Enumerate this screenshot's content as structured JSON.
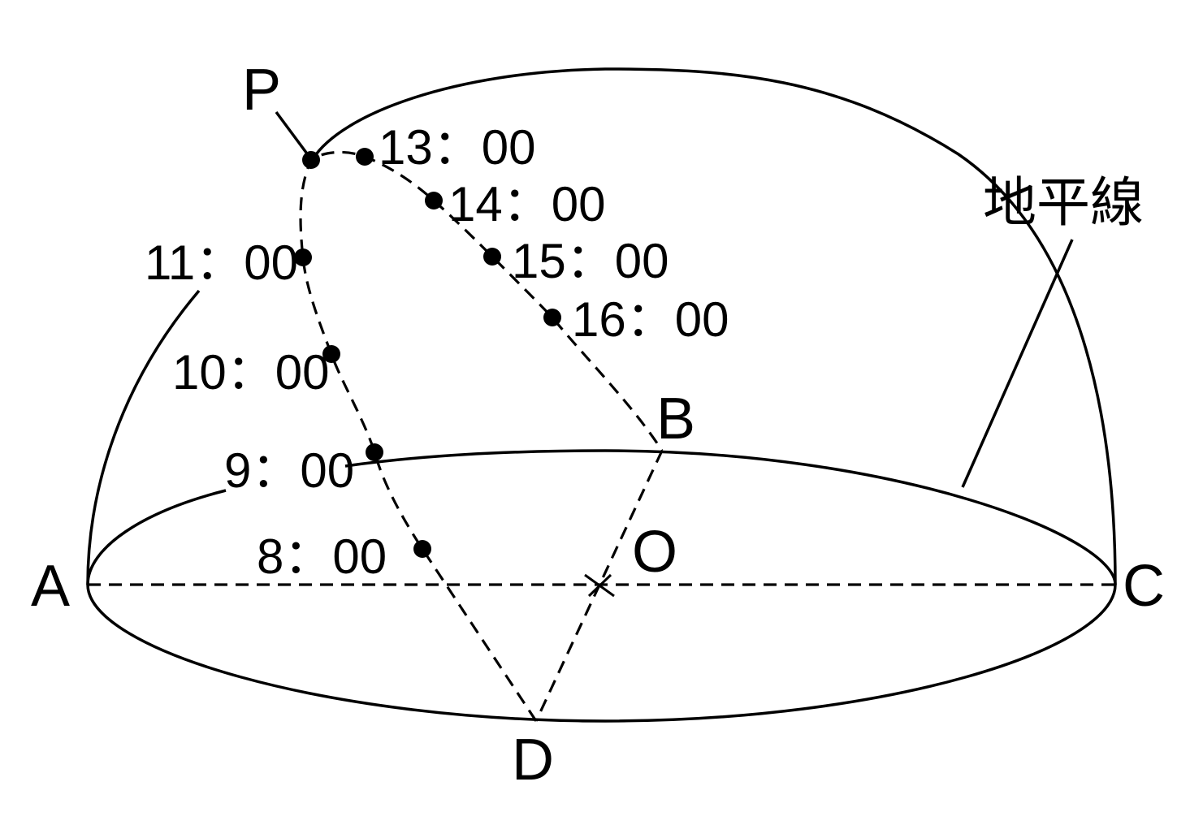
{
  "points": {
    "P": "P",
    "A": "A",
    "B": "B",
    "C": "C",
    "D": "D",
    "O": "O"
  },
  "horizon_label": "地平線",
  "times": {
    "t13": "13：00",
    "t14": "14：00",
    "t15": "15：00",
    "t16": "16：00",
    "t11": "11：00",
    "t10": "10：00",
    "t9": "9：00",
    "t8": "8：00"
  },
  "center_marker": "×"
}
